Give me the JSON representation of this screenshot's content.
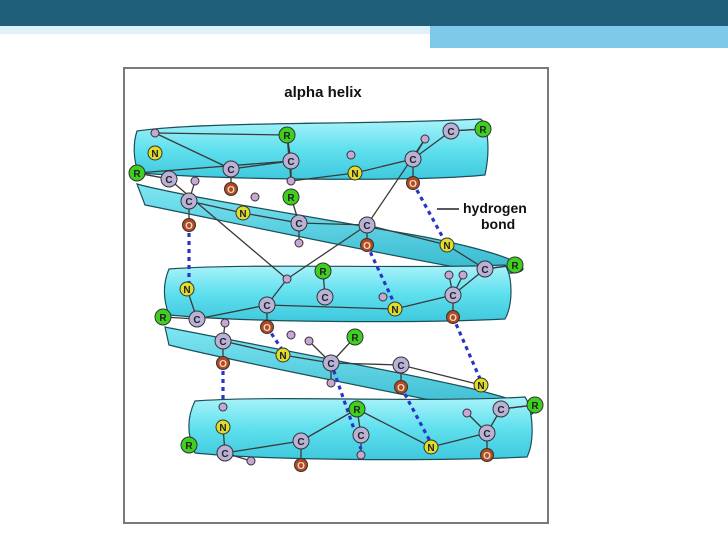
{
  "figure": {
    "title": "alpha helix",
    "callout_line1": "hydrogen",
    "callout_line2": "bond"
  },
  "atoms": {
    "r": "R",
    "c": "C",
    "n": "N",
    "o": "O"
  },
  "colors": {
    "header": "#1f5f7a",
    "header_accent": "#7ec9ea",
    "ribbon": "#5fe0ee",
    "r_group": "#3fcf1f",
    "carbon": "#b9b2d6",
    "nitrogen": "#e0dc2a",
    "oxygen": "#b24a1e",
    "hydrogen": "#c9a6d4",
    "h_bond": "#2a35c8"
  }
}
